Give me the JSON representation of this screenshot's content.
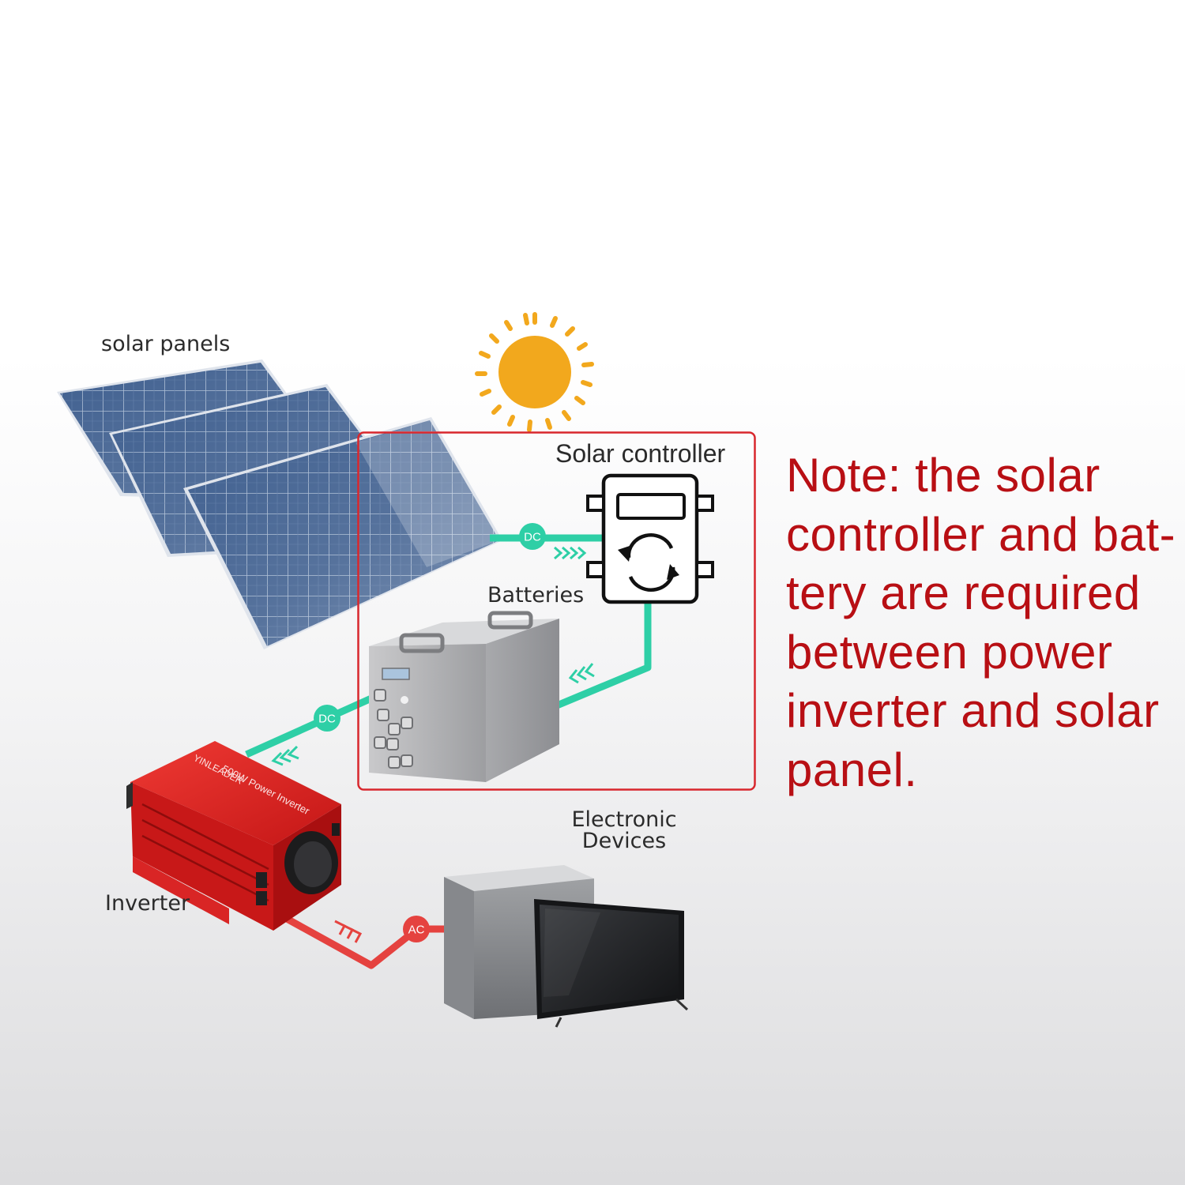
{
  "labels": {
    "solar_panels": "solar panels",
    "solar_controller": "Solar controller",
    "batteries": "Batteries",
    "inverter": "Inverter",
    "electronic_devices": "Electronic Devices"
  },
  "connections": {
    "panel_to_controller": "DC",
    "battery_to_inverter": "DC",
    "inverter_to_devices": "AC"
  },
  "note": {
    "text": "Note:  the solar\ncontroller and bat-\ntery are required\nbetween power\ninverter and solar\npanel."
  },
  "inverter_print": {
    "brand": "YINLEADER",
    "model": "500W Power Inverter"
  },
  "colors": {
    "dc_line": "#2ecfa6",
    "ac_line": "#e5423f",
    "highlight_box": "#d8272d",
    "note_text": "#b80f14",
    "sun": "#f2a81d",
    "inverter_body": "#d91f1f"
  },
  "icons": {
    "sun": "sun-icon",
    "controller": "controller-refresh-icon"
  }
}
